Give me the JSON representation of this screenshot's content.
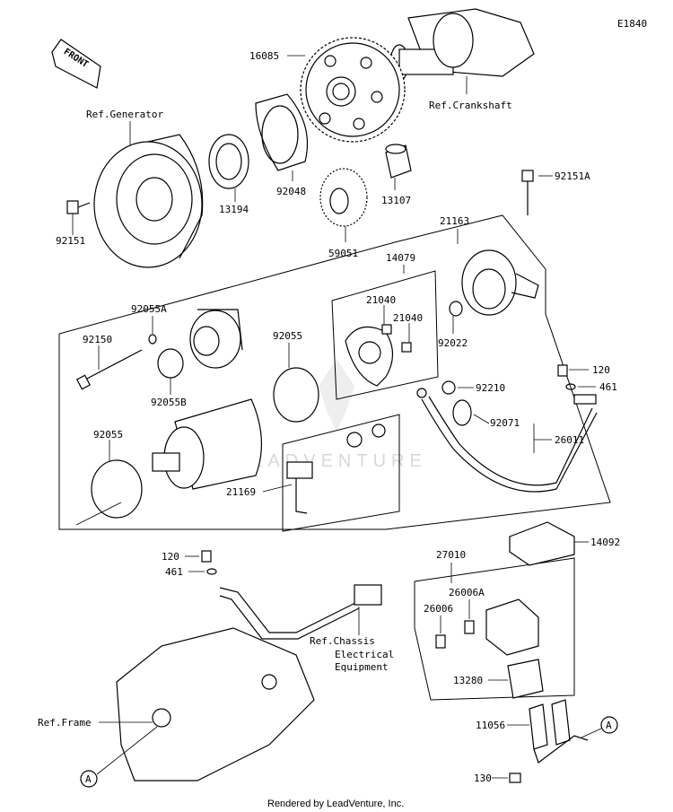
{
  "diagram_code": "E1840",
  "front_label": "FRONT",
  "watermark": "LEADVENTURE",
  "footer": "Rendered by LeadVenture, Inc.",
  "callout_letter": "A",
  "references": {
    "generator": "Ref.Generator",
    "crankshaft": "Ref.Crankshaft",
    "chassis_line1": "Ref.Chassis",
    "chassis_line2": "Electrical",
    "chassis_line3": "Equipment",
    "frame": "Ref.Frame"
  },
  "parts": {
    "p16085": "16085",
    "p92048": "92048",
    "p13194": "13194",
    "p13107": "13107",
    "p59051": "59051",
    "p92151": "92151",
    "p92151A": "92151A",
    "p21163": "21163",
    "p14079": "14079",
    "p21040a": "21040",
    "p21040b": "21040",
    "p92022": "92022",
    "p92055A": "92055A",
    "p92150": "92150",
    "p92055B": "92055B",
    "p92055a": "92055",
    "p92055b": "92055",
    "p120a": "120",
    "p461a": "461",
    "p92210": "92210",
    "p92071": "92071",
    "p26011": "26011",
    "p21169": "21169",
    "p14092": "14092",
    "p120b": "120",
    "p461b": "461",
    "p27010": "27010",
    "p26006A": "26006A",
    "p26006": "26006",
    "p13280": "13280",
    "p11056": "11056",
    "p130": "130"
  }
}
